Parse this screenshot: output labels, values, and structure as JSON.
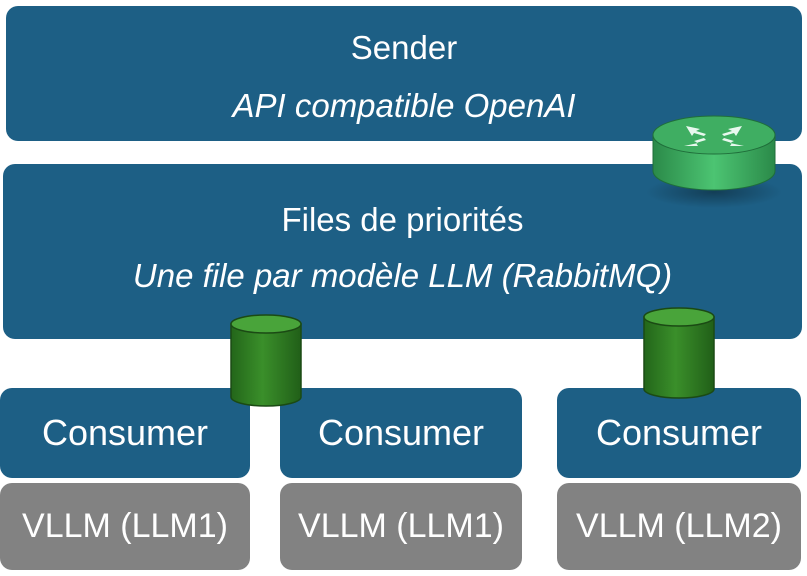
{
  "sender": {
    "title": "Sender",
    "subtitle": "API compatible OpenAI"
  },
  "queues": {
    "title": "Files de priorités",
    "subtitle": "Une file par modèle LLM (RabbitMQ)"
  },
  "consumers": [
    {
      "label": "Consumer",
      "backend": "VLLM (LLM1)"
    },
    {
      "label": "Consumer",
      "backend": "VLLM (LLM1)"
    },
    {
      "label": "Consumer",
      "backend": "VLLM (LLM2)"
    }
  ],
  "icons": {
    "router": "router-icon",
    "queue": "database-cylinder-icon"
  },
  "colors": {
    "box_blue": "#1d5f85",
    "box_gray": "#828282",
    "cylinder_green": "#2e7d20",
    "router_green": "#39a45c"
  }
}
